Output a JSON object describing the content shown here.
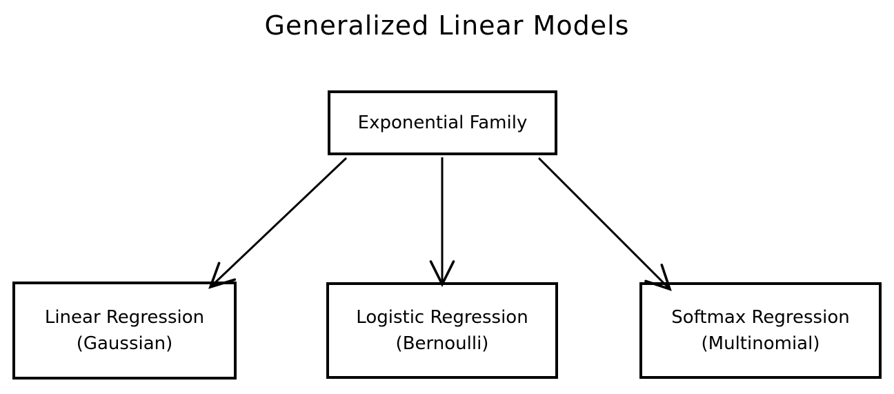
{
  "title": "Generalized Linear Models",
  "nodes": {
    "root": {
      "label": "Exponential Family"
    },
    "children": [
      {
        "label": "Linear Regression",
        "sublabel": "(Gaussian)"
      },
      {
        "label": "Logistic Regression",
        "sublabel": "(Bernoulli)"
      },
      {
        "label": "Softmax Regression",
        "sublabel": "(Multinomial)"
      }
    ]
  },
  "edges": [
    {
      "from": "Exponential Family",
      "to": "Linear Regression (Gaussian)"
    },
    {
      "from": "Exponential Family",
      "to": "Logistic Regression (Bernoulli)"
    },
    {
      "from": "Exponential Family",
      "to": "Softmax Regression (Multinomial)"
    }
  ],
  "colors": {
    "stroke": "#000000",
    "text": "#000000",
    "background": "#ffffff"
  }
}
